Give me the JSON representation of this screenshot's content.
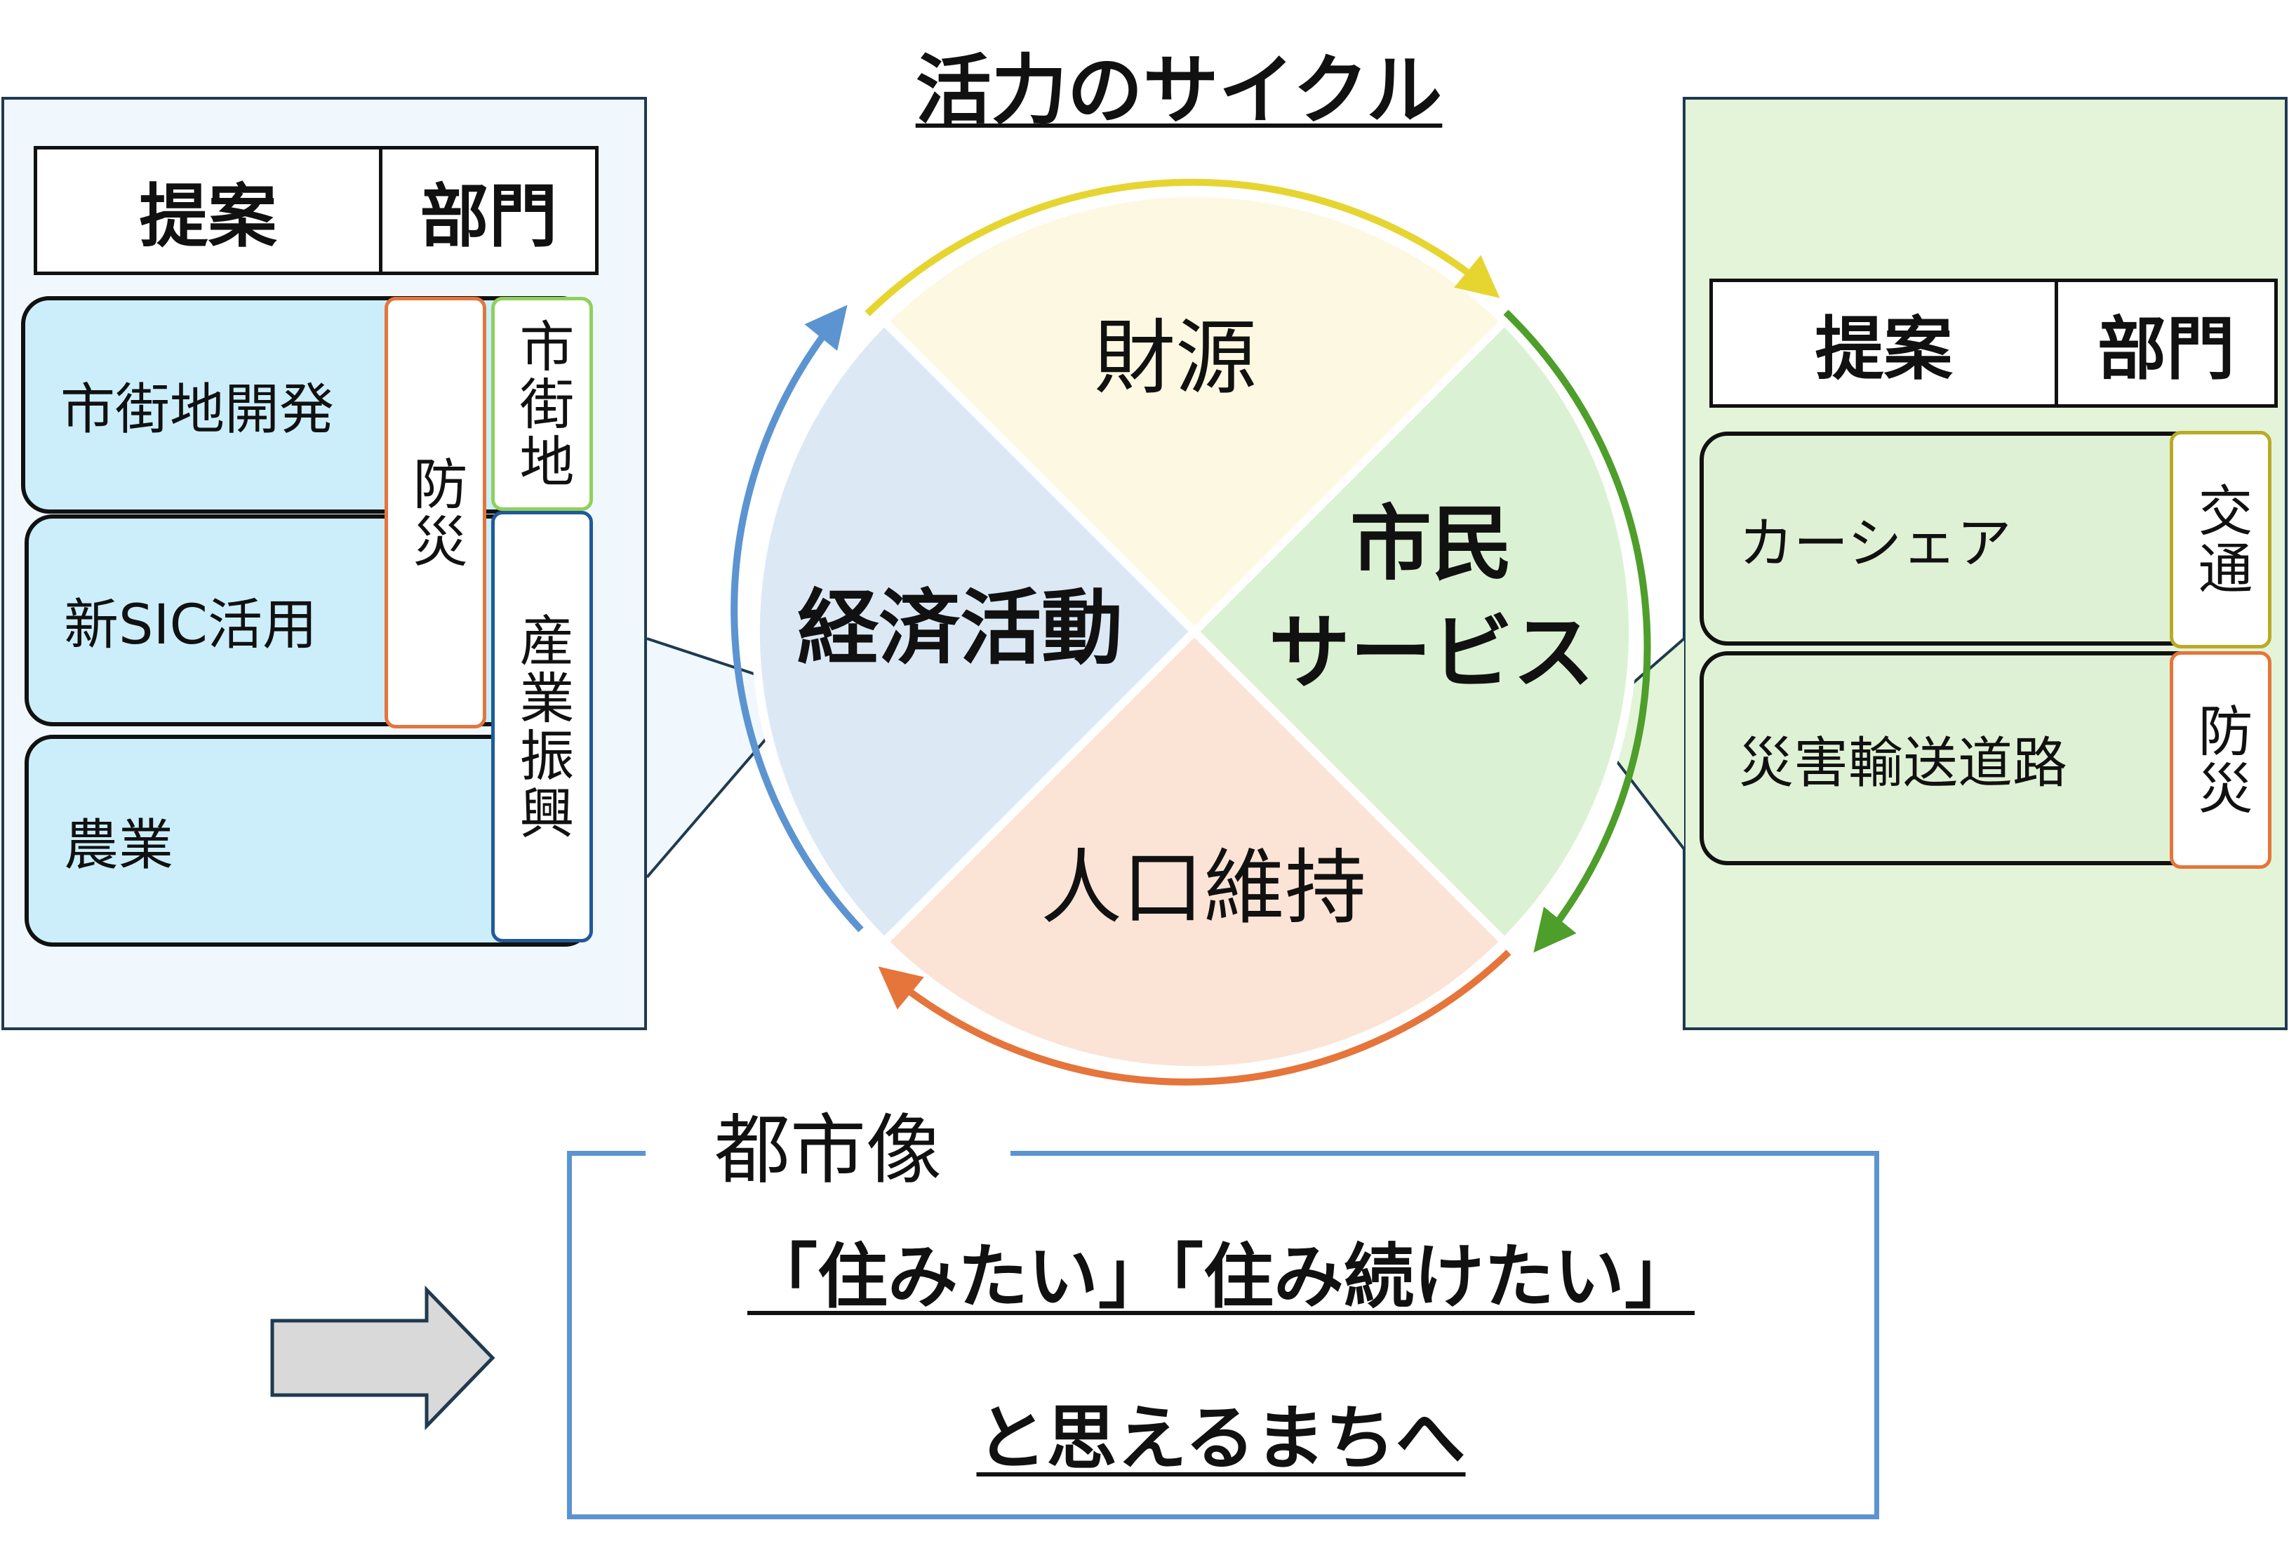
{
  "cycle": {
    "title": "活力のサイクル",
    "quadrants": {
      "top": "財源",
      "left": "経済活動",
      "right_line1": "市民",
      "right_line2": "サービス",
      "bottom": "人口維持"
    },
    "colors": {
      "top_fill": "#fdf8e1",
      "left_fill": "#dce9f5",
      "right_fill": "#dbf1d3",
      "bottom_fill": "#fbe3d6",
      "arrow_top": "#e6d531",
      "arrow_right": "#4e9e2b",
      "arrow_bottom": "#e5753b",
      "arrow_left": "#5b94d1"
    }
  },
  "left_panel": {
    "header": {
      "col1": "提案",
      "col2": "部門"
    },
    "items": [
      "市街地開発",
      "新SIC活用",
      "農業"
    ],
    "tags": {
      "disaster": "防災",
      "city": "市街地",
      "industry": "産業振興"
    }
  },
  "right_panel": {
    "header": {
      "col1": "提案",
      "col2": "部門"
    },
    "items": [
      "カーシェア",
      "災害輸送道路"
    ],
    "tags": {
      "traffic": "交通",
      "disaster": "防災"
    }
  },
  "vision": {
    "label": "都市像",
    "line1": "「住みたい」「住み続けたい」",
    "line2": "と思えるまちへ"
  }
}
